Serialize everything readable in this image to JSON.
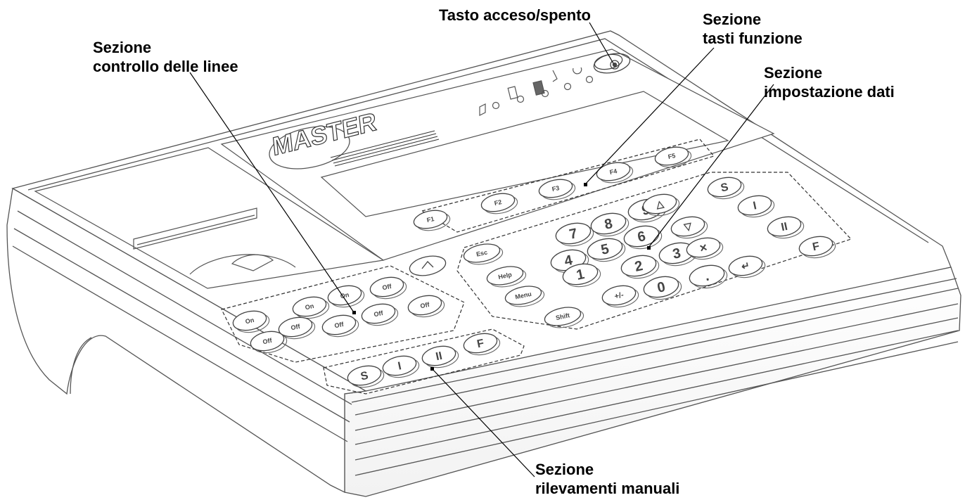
{
  "callouts": {
    "power_key": {
      "lines": [
        "Tasto acceso/spento"
      ]
    },
    "function_keys": {
      "lines": [
        "Sezione",
        "tasti funzione"
      ]
    },
    "line_control": {
      "lines": [
        "Sezione",
        "controllo delle linee"
      ]
    },
    "data_entry": {
      "lines": [
        "Sezione",
        "impostazione dati"
      ]
    },
    "manual_readings": {
      "lines": [
        "Sezione",
        "rilevamenti manuali"
      ]
    }
  },
  "device": {
    "brand": "MASTER",
    "function_keys": [
      "F1",
      "F2",
      "F3",
      "F4",
      "F5"
    ],
    "numeric_keys": [
      "7",
      "8",
      "9",
      "4",
      "5",
      "6",
      "1",
      "2",
      "3",
      "0",
      "."
    ],
    "control_keys": [
      "Esc",
      "Help",
      "Menu",
      "Shift"
    ],
    "sign_key": "+/-",
    "side_keys": [
      "S",
      "I",
      "II",
      "F"
    ],
    "line_keys": [
      "On",
      "On",
      "On",
      "Off",
      "Off",
      "Off",
      "Off",
      "Off",
      "Off"
    ],
    "manual_keys": [
      "S",
      "I",
      "II",
      "F"
    ]
  },
  "colors": {
    "outline": "#555555",
    "leader": "#000000"
  }
}
